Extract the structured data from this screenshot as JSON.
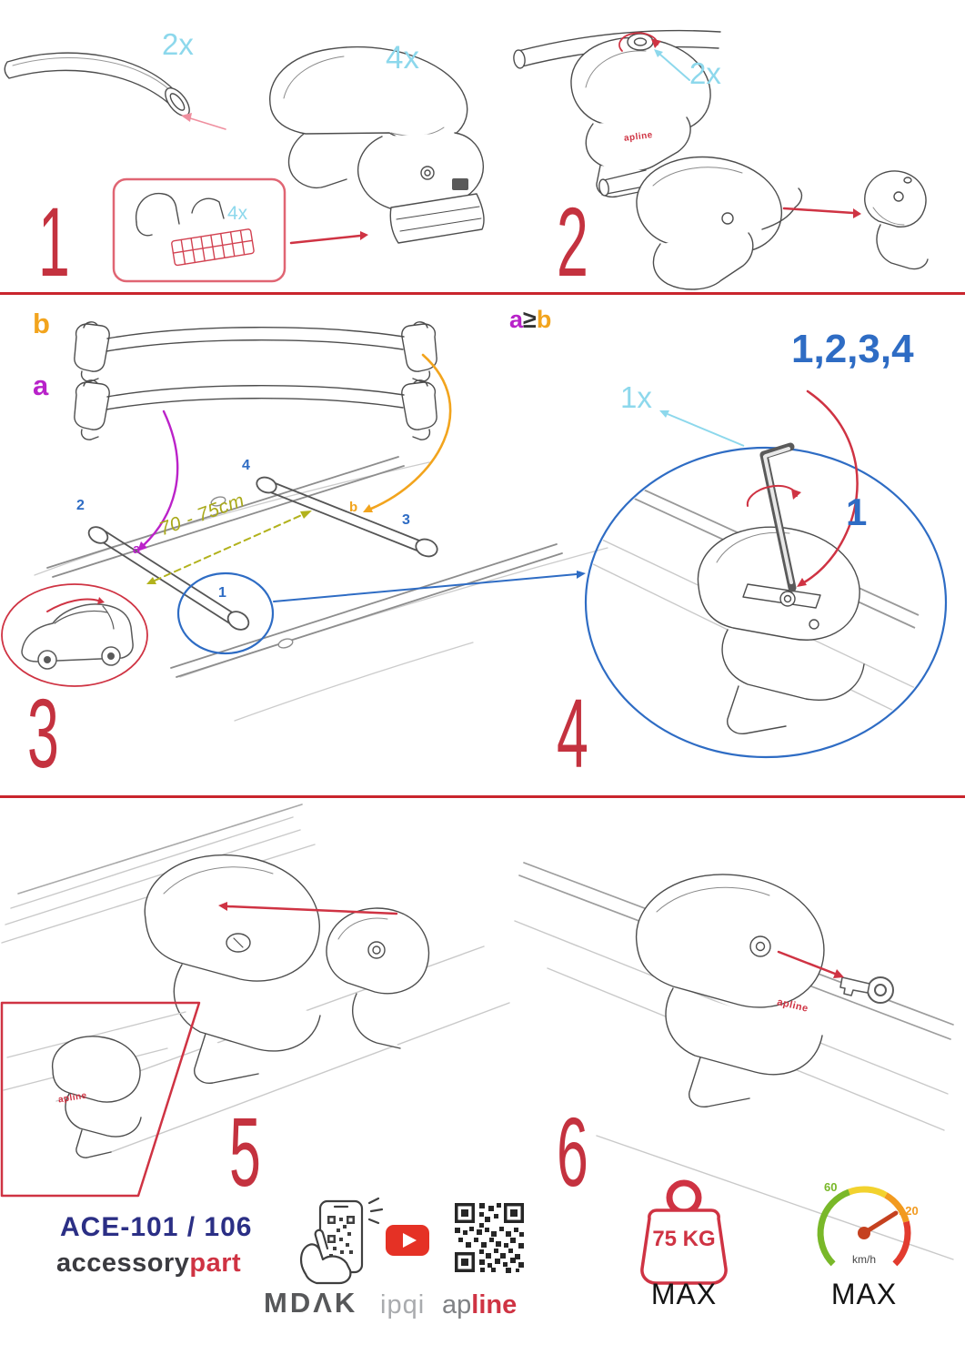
{
  "colors": {
    "step_red": "#c4323f",
    "divider_red": "#c9252d",
    "cyan": "#8dd8ec",
    "blue": "#2e6cc4",
    "purple": "#b822c9",
    "orange": "#f2a41d",
    "olive": "#a9a919",
    "navy": "#2b2f85",
    "brand_red": "#cf3343",
    "gauge_green": "#79b829",
    "gauge_orange": "#f29a1f"
  },
  "step1": {
    "number": "1",
    "bar_qty": "2x",
    "foot_qty": "4x",
    "pad_qty": "4x"
  },
  "step2": {
    "number": "2",
    "knob_qty": "2x"
  },
  "step3": {
    "number": "3",
    "rear_bar_label": "b",
    "front_bar_label": "a",
    "distance": "70 - 75cm",
    "bar_marker_a": "a",
    "bar_marker_b": "b",
    "positions": {
      "p1": "1",
      "p2": "2",
      "p3": "3",
      "p4": "4"
    }
  },
  "step4": {
    "number": "4",
    "rule_left": "a",
    "rule_op": "≥",
    "rule_right": "b",
    "tighten_sequence": "1,2,3,4",
    "tool_qty": "1x",
    "start_position": "1"
  },
  "step5": {
    "number": "5"
  },
  "step6": {
    "number": "6"
  },
  "product_brand": "apline",
  "footer": {
    "model": "ACE-101 / 106",
    "brand_black": "accessory",
    "brand_red": "part",
    "logo_mdak": "MDΛK",
    "logo_ipqi": "ipqi",
    "logo_ap": "ap",
    "logo_line": "line",
    "max_load": "75 KG",
    "max_load_label": "MAX",
    "speed_min": "60",
    "speed_max_value": "120",
    "speed_unit": "km/h",
    "speed_label": "MAX"
  }
}
